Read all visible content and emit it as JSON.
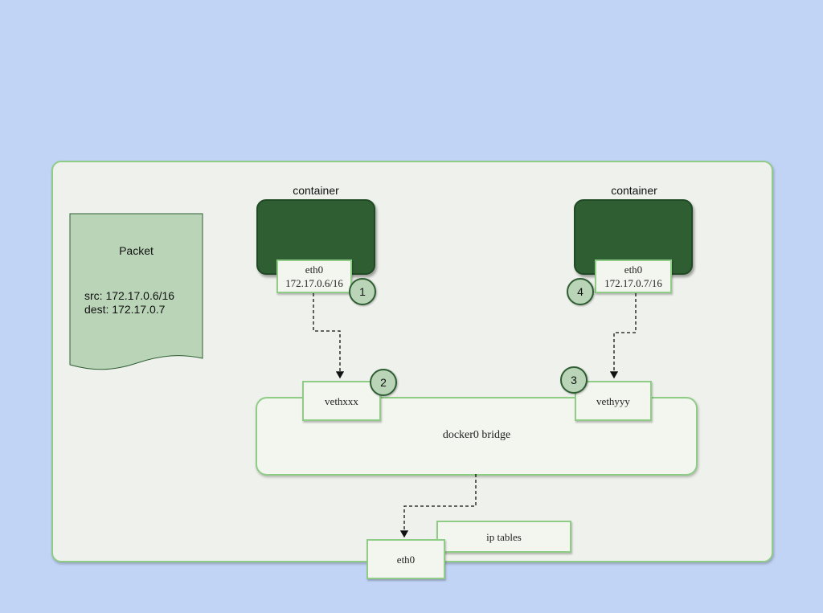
{
  "packet": {
    "title": "Packet",
    "src": "src: 172.17.0.6/16",
    "dest": "dest: 172.17.0.7"
  },
  "containers": [
    {
      "title": "container",
      "iface_name": "eth0",
      "iface_ip": "172.17.0.6/16",
      "step": "1"
    },
    {
      "title": "container",
      "iface_name": "eth0",
      "iface_ip": "172.17.0.7/16",
      "step": "4"
    }
  ],
  "veths": [
    {
      "label": "vethxxx",
      "step": "2"
    },
    {
      "label": "vethyyy",
      "step": "3"
    }
  ],
  "bridge": {
    "label": "docker0 bridge"
  },
  "host_eth0": {
    "label": "eth0"
  },
  "iptables": {
    "label": "ip tables"
  },
  "colors": {
    "background": "#c2d4f6",
    "host_fill": "#eff1ec",
    "accent_border": "#8fcc86",
    "container_fill": "#2f5e33",
    "packet_fill": "#b9d4b7"
  }
}
